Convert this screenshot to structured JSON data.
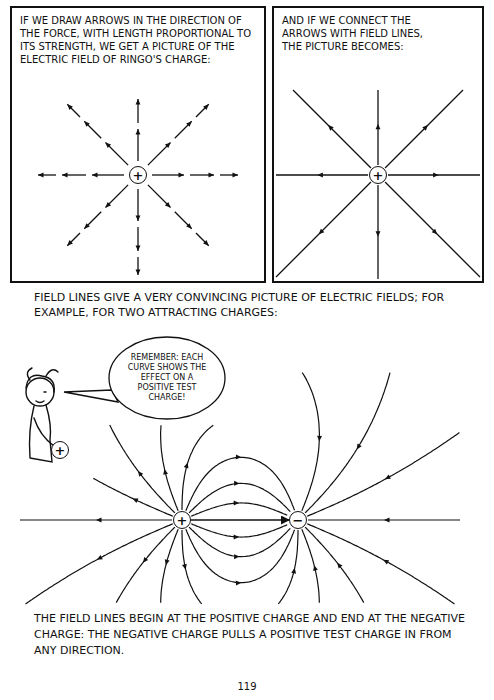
{
  "diagram": {
    "nodes": [
      {
        "text": [
          "IF WE DRAW ARROWS IN THE DIRECTION OF THE FORCE, WITH LENGTH PROPORTIONAL TO ITS STRENGTH, WE GET A PICTURE OF THE ELECTRIC FIELD OF RINGO'S CHARGE:"
        ]
      },
      {
        "text": [
          "+"
        ],
        "in": 0
      },
      {
        "text": [
          "AND IF WE CONNECT THE ARROWS WITH FIELD LINES, THE PICTURE BECOMES:"
        ]
      },
      {
        "text": [
          "+"
        ],
        "in": 2
      },
      {
        "text": [
          "REMEMBER: EACH CURVE SHOWS THE EFFECT ON A POSITIVE TEST CHARGE!"
        ]
      },
      {
        "text": [
          "+"
        ]
      },
      {
        "text": [
          "+"
        ]
      },
      {
        "text": [
          "−"
        ]
      }
    ],
    "edges": [
      {
        "from": 6,
        "to": 7,
        "arrow": "to"
      }
    ],
    "labels": [
      "FIELD LINES GIVE A VERY CONVINCING PICTURE OF ELECTRIC FIELDS; FOR EXAMPLE, FOR TWO ATTRACTING CHARGES:",
      "THE FIELD LINES BEGIN AT THE POSITIVE CHARGE AND END AT THE NEGATIVE CHARGE: THE NEGATIVE CHARGE PULLS A POSITIVE TEST CHARGE IN FROM ANY DIRECTION.",
      "119"
    ]
  }
}
